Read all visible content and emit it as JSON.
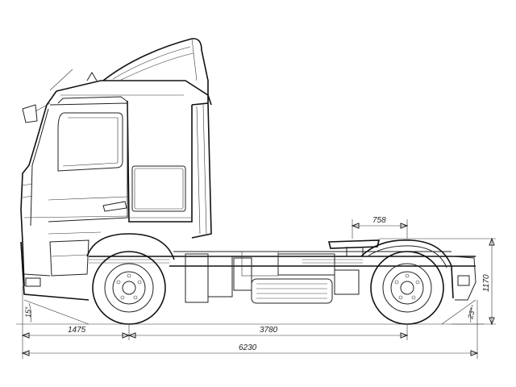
{
  "dimensions": {
    "front_overhang": "1475",
    "wheelbase": "3780",
    "overall_length": "6230",
    "fifth_wheel_offset": "758",
    "fifth_wheel_height": "1170",
    "approach_angle": "15°",
    "departure_angle": "23°"
  }
}
